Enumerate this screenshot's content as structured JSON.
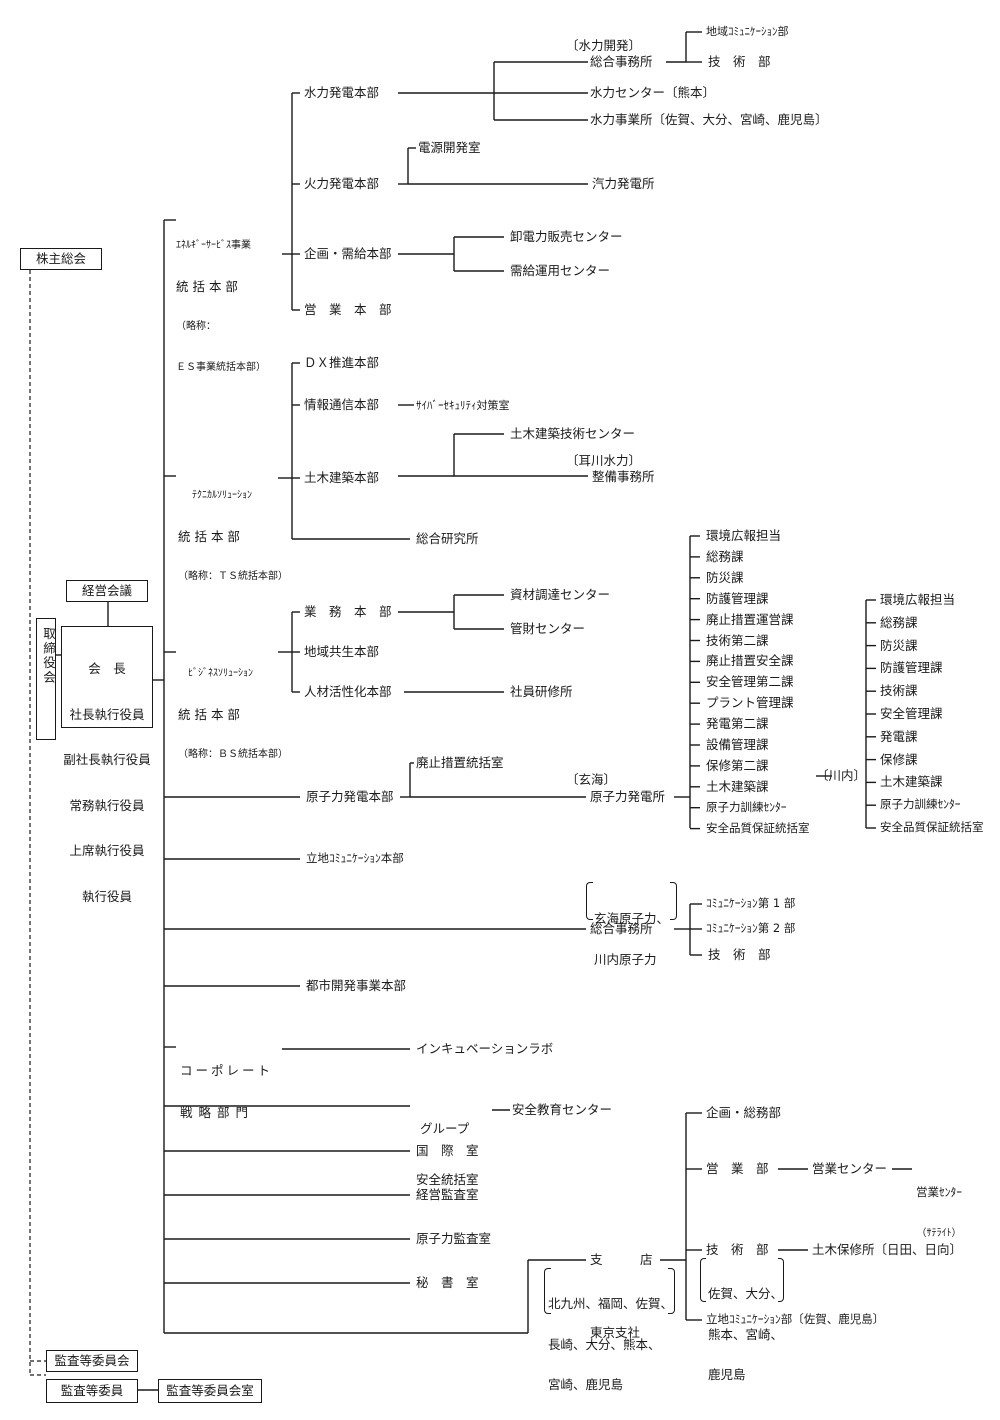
{
  "top": {
    "shareholders": "株主総会",
    "management_council": "経営会議",
    "board": "取締役会",
    "executives": [
      "会　長",
      "社長執行役員",
      "副社長執行役員",
      "常務執行役員",
      "上席執行役員",
      "執行役員"
    ],
    "audit_committee": "監査等委員会",
    "audit_member": "監査等委員",
    "audit_office": "監査等委員会室"
  },
  "es": {
    "head": [
      "ｴﾈﾙｷﾞｰｻｰﾋﾞｽ事業",
      "統 括 本 部",
      "（略称：",
      "ＥＳ事業統括本部）"
    ],
    "hydro": "水力発電本部",
    "hydro_note": "〔水力開発〕",
    "hydro_office": "総合事務所",
    "hydro_office_sub": [
      "地域ｺﾐｭﾆｹｰｼｮﾝ部",
      "技　術　部"
    ],
    "hydro_center": "水力センター〔熊本〕",
    "hydro_sites": "水力事業所〔佐賀、大分、宮崎、鹿児島〕",
    "thermal": "火力発電本部",
    "thermal_sub": [
      "電源開発室",
      "汽力発電所"
    ],
    "planning": "企画・需給本部",
    "planning_sub": [
      "卸電力販売センター",
      "需給運用センター"
    ],
    "sales": "営　業　本　部"
  },
  "ts": {
    "head": [
      "ﾃｸﾆｶﾙｿﾘｭｰｼｮﾝ",
      "統 括 本 部",
      "（略称：ＴＳ統括本部）"
    ],
    "dx": "ＤＸ推進本部",
    "it": "情報通信本部",
    "it_sub": "ｻｲﾊﾞｰｾｷｭﾘﾃｨ対策室",
    "civil": "土木建築本部",
    "civil_sub": "土木建築技術センター",
    "civil_note": "〔耳川水力〕",
    "civil_office": "整備事務所",
    "research": "総合研究所"
  },
  "bs": {
    "head": [
      "ﾋﾞｼﾞﾈｽｿﾘｭｰｼｮﾝ",
      "統 括 本 部",
      "（略称：ＢＳ統括本部）"
    ],
    "business": "業　務　本　部",
    "business_sub": [
      "資材調達センター",
      "管財センター"
    ],
    "community": "地域共生本部",
    "hr": "人材活性化本部",
    "hr_sub": "社員研修所"
  },
  "nuclear": {
    "head": "原子力発電本部",
    "decom": "廃止措置統括室",
    "genkai_note": "〔玄海〕",
    "genkai": "原子力発電所",
    "genkai_units": [
      "環境広報担当",
      "総務課",
      "防災課",
      "防護管理課",
      "廃止措置運営課",
      "技術第二課",
      "廃止措置安全課",
      "安全管理第二課",
      "プラント管理課",
      "発電第二課",
      "設備管理課",
      "保修第二課",
      "土木建築課",
      "原子力訓練ｾﾝﾀｰ",
      "安全品質保証統括室"
    ],
    "sendai_note": "〔川内〕",
    "sendai_units": [
      "環境広報担当",
      "総務課",
      "防災課",
      "防護管理課",
      "技術課",
      "安全管理課",
      "発電課",
      "保修課",
      "土木建築課",
      "原子力訓練ｾﾝﾀｰ",
      "安全品質保証統括室"
    ]
  },
  "siting": {
    "head": "立地ｺﾐｭﾆｹｰｼｮﾝ本部",
    "note": [
      "玄海原子力、",
      "川内原子力"
    ],
    "office": "総合事務所",
    "units": [
      "ｺﾐｭﾆｹｰｼｮﾝ第 1 部",
      "ｺﾐｭﾆｹｰｼｮﾝ第 2 部",
      "技　術　部"
    ]
  },
  "urban": "都市開発事業本部",
  "corporate": {
    "head": [
      "コーポレート",
      "戦略部門"
    ],
    "sub": "インキュベーションラボ"
  },
  "group_safety": {
    "head": [
      "グループ",
      "安全統括室"
    ],
    "sub": "安全教育センター"
  },
  "intl": "国　際　室",
  "audit": "経営監査室",
  "nuclear_audit": "原子力監査室",
  "secretary": "秘　書　室",
  "branch": {
    "head": "支　　　店",
    "note": [
      "北九州、福岡、佐賀、",
      "長崎、大分、熊本、",
      "宮崎、鹿児島"
    ],
    "units": [
      "企画・総務部",
      "営　業　部",
      "技　術　部",
      "立地ｺﾐｭﾆｹｰｼｮﾝ部〔佐賀、鹿児島〕"
    ],
    "sales_center": "営業センター",
    "sales_satellite": [
      "営業ｾﾝﾀｰ",
      "（ｻﾃﾗｲﾄ）"
    ],
    "civil_office": "土木保修所〔日田、日向〕",
    "tech_note": [
      "佐賀、大分、",
      "熊本、宮崎、",
      "鹿児島"
    ]
  },
  "tokyo": "東京支社"
}
